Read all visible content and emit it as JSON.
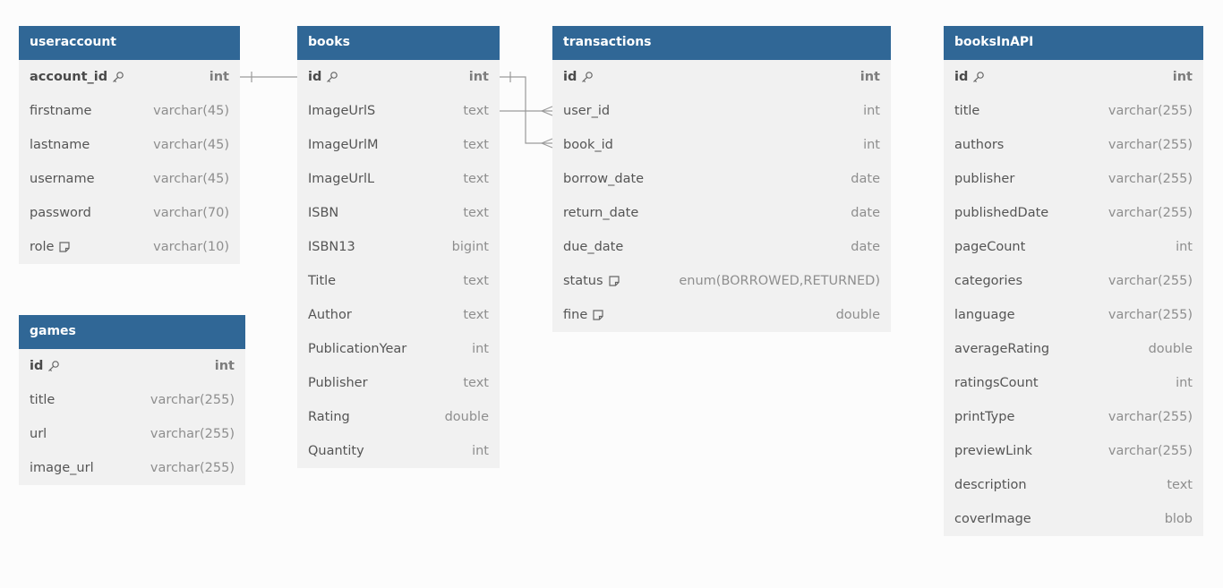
{
  "tables": [
    {
      "id": "useraccount",
      "name": "useraccount",
      "fields": [
        {
          "name": "account_id",
          "type": "int",
          "pk": true
        },
        {
          "name": "firstname",
          "type": "varchar(45)"
        },
        {
          "name": "lastname",
          "type": "varchar(45)"
        },
        {
          "name": "username",
          "type": "varchar(45)"
        },
        {
          "name": "password",
          "type": "varchar(70)"
        },
        {
          "name": "role",
          "type": "varchar(10)",
          "note": true
        }
      ]
    },
    {
      "id": "books",
      "name": "books",
      "fields": [
        {
          "name": "id",
          "type": "int",
          "pk": true
        },
        {
          "name": "ImageUrlS",
          "type": "text"
        },
        {
          "name": "ImageUrlM",
          "type": "text"
        },
        {
          "name": "ImageUrlL",
          "type": "text"
        },
        {
          "name": "ISBN",
          "type": "text"
        },
        {
          "name": "ISBN13",
          "type": "bigint"
        },
        {
          "name": "Title",
          "type": "text"
        },
        {
          "name": "Author",
          "type": "text"
        },
        {
          "name": "PublicationYear",
          "type": "int"
        },
        {
          "name": "Publisher",
          "type": "text"
        },
        {
          "name": "Rating",
          "type": "double"
        },
        {
          "name": "Quantity",
          "type": "int"
        }
      ]
    },
    {
      "id": "transactions",
      "name": "transactions",
      "fields": [
        {
          "name": "id",
          "type": "int",
          "pk": true
        },
        {
          "name": "user_id",
          "type": "int"
        },
        {
          "name": "book_id",
          "type": "int"
        },
        {
          "name": "borrow_date",
          "type": "date"
        },
        {
          "name": "return_date",
          "type": "date"
        },
        {
          "name": "due_date",
          "type": "date"
        },
        {
          "name": "status",
          "type": "enum(BORROWED,RETURNED)",
          "note": true
        },
        {
          "name": "fine",
          "type": "double",
          "note": true
        }
      ]
    },
    {
      "id": "booksinapi",
      "name": "booksInAPI",
      "fields": [
        {
          "name": "id",
          "type": "int",
          "pk": true
        },
        {
          "name": "title",
          "type": "varchar(255)"
        },
        {
          "name": "authors",
          "type": "varchar(255)"
        },
        {
          "name": "publisher",
          "type": "varchar(255)"
        },
        {
          "name": "publishedDate",
          "type": "varchar(255)"
        },
        {
          "name": "pageCount",
          "type": "int"
        },
        {
          "name": "categories",
          "type": "varchar(255)"
        },
        {
          "name": "language",
          "type": "varchar(255)"
        },
        {
          "name": "averageRating",
          "type": "double"
        },
        {
          "name": "ratingsCount",
          "type": "int"
        },
        {
          "name": "printType",
          "type": "varchar(255)"
        },
        {
          "name": "previewLink",
          "type": "varchar(255)"
        },
        {
          "name": "description",
          "type": "text"
        },
        {
          "name": "coverImage",
          "type": "blob"
        }
      ]
    },
    {
      "id": "games",
      "name": "games",
      "fields": [
        {
          "name": "id",
          "type": "int",
          "pk": true
        },
        {
          "name": "title",
          "type": "varchar(255)"
        },
        {
          "name": "url",
          "type": "varchar(255)"
        },
        {
          "name": "image_url",
          "type": "varchar(255)"
        }
      ]
    }
  ],
  "relationships": [
    {
      "from": "useraccount.account_id",
      "to": "books.id",
      "from_cardinality": "one",
      "to_cardinality": "none"
    },
    {
      "from": "books.id",
      "to": "transactions.book_id",
      "from_cardinality": "one",
      "to_cardinality": "many"
    },
    {
      "from": "books.ImageUrlS",
      "to": "transactions.user_id",
      "from_cardinality": "none",
      "to_cardinality": "many"
    }
  ],
  "colors": {
    "header": "#306796",
    "body": "#f1f1f1",
    "background": "#fcfcfc",
    "connector": "#9a9a9a"
  },
  "icons": {
    "primary_key": "key-icon",
    "note": "note-icon"
  }
}
